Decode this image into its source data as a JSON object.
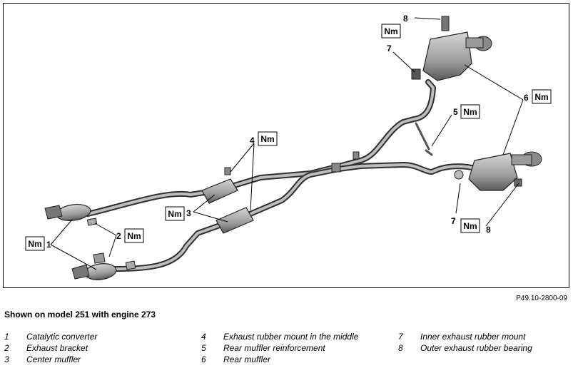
{
  "figure": {
    "reference": "P49.10-2800-09",
    "torque_label": "Nm",
    "callouts": [
      "1",
      "2",
      "3",
      "4",
      "5",
      "6",
      "7",
      "8",
      "7",
      "8"
    ]
  },
  "caption": "Shown on model 251 with engine 273",
  "legend": [
    {
      "num": "1",
      "label": "Catalytic converter"
    },
    {
      "num": "2",
      "label": "Exhaust bracket"
    },
    {
      "num": "3",
      "label": "Center muffler"
    },
    {
      "num": "4",
      "label": "Exhaust rubber mount in the middle"
    },
    {
      "num": "5",
      "label": "Rear muffler reinforcement"
    },
    {
      "num": "6",
      "label": "Rear muffler"
    },
    {
      "num": "7",
      "label": "Inner exhaust rubber mount"
    },
    {
      "num": "8",
      "label": "Outer exhaust rubber bearing"
    }
  ]
}
